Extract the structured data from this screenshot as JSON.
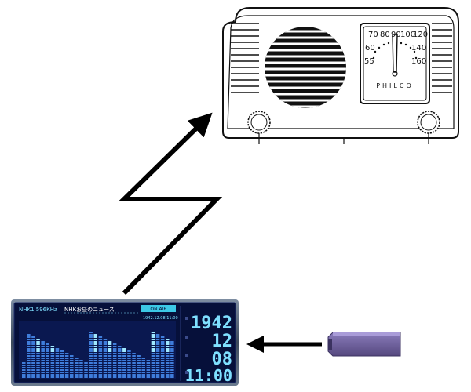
{
  "radio": {
    "brand": "PHILCO",
    "dial_top": [
      "70",
      "80",
      "90",
      "100",
      "120"
    ],
    "dial_left": [
      "60",
      "55"
    ],
    "dial_right": [
      "140",
      "160"
    ]
  },
  "display": {
    "station": "NHK1 596KHz",
    "program": "NHKお昼のニュース",
    "badge": "ON AIR",
    "date_line": "1942.12.08 11:00",
    "year": "1942",
    "month": "12",
    "day": "08",
    "time": "11:00"
  },
  "colors": {
    "frame": "#4a5a6e",
    "lcd_bg": "#06103a",
    "lcd_text": "#7fe0ff",
    "bars": "#3f7ddb",
    "card": "#6a5c9a"
  },
  "icons": [
    "lightning-arrow-icon",
    "left-arrow-icon",
    "memory-card-icon",
    "tabletop-radio-icon"
  ]
}
